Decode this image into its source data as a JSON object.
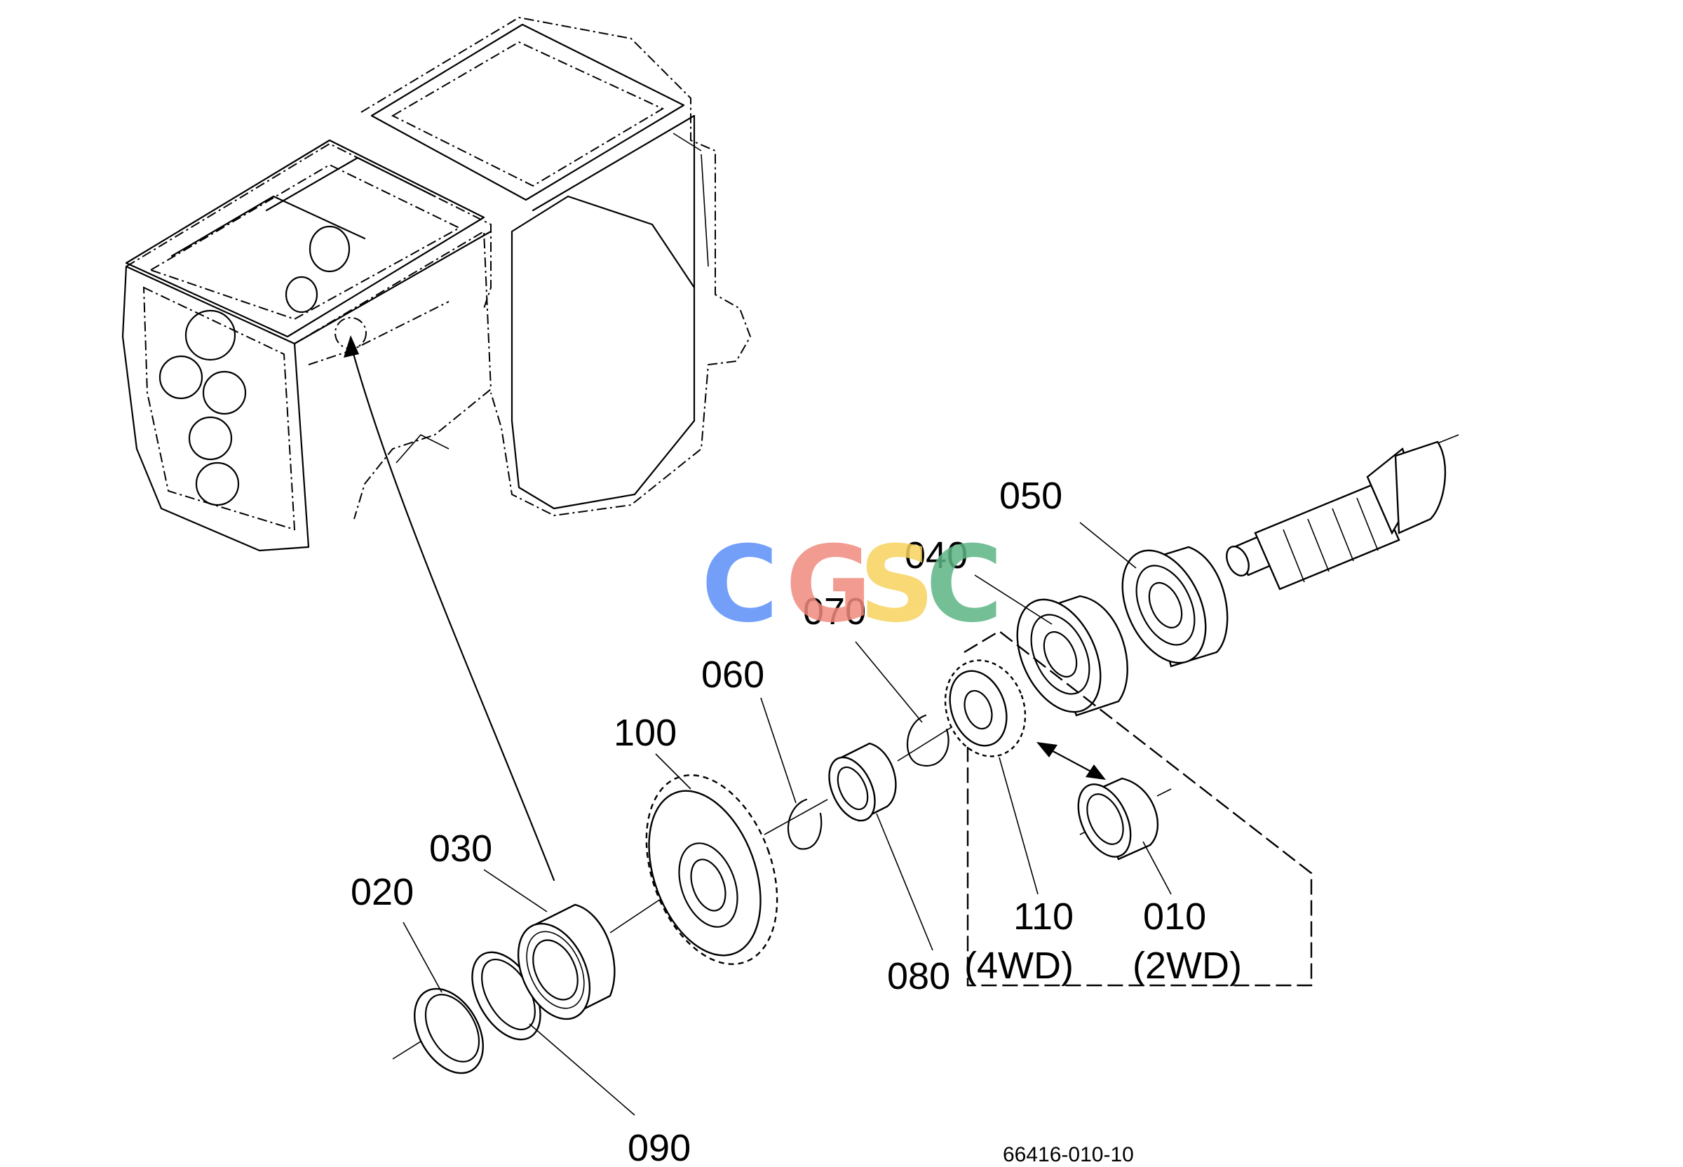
{
  "labels": {
    "p010": "010",
    "p020": "020",
    "p030": "030",
    "p040": "040",
    "p050": "050",
    "p060": "060",
    "p070": "070",
    "p080": "080",
    "p090": "090",
    "p100": "100",
    "p110": "110",
    "wd4": "(4WD)",
    "wd2": "(2WD)"
  },
  "drawing_code": "66416-010-10",
  "watermark": {
    "letters": [
      "C",
      "G",
      "S",
      "C"
    ],
    "colors": [
      "#5b8ff9",
      "#f08a7e",
      "#f7d35f",
      "#5db584"
    ]
  }
}
